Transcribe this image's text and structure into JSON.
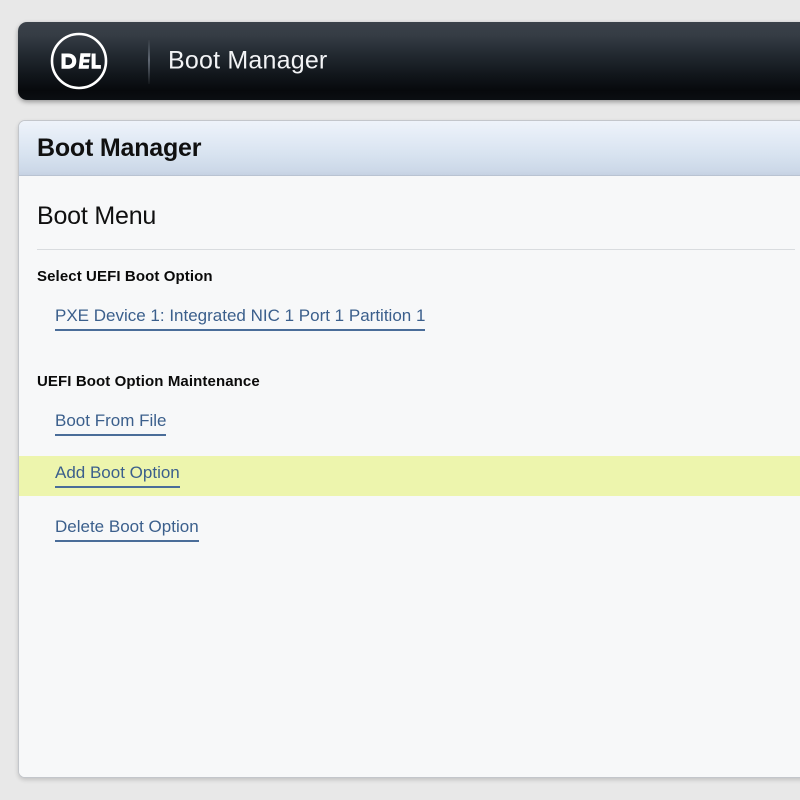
{
  "header": {
    "logo_alt": "Dell",
    "logo_text": "DELL",
    "title": "Boot Manager"
  },
  "panel": {
    "title": "Boot Manager",
    "section_title": "Boot Menu",
    "groups": [
      {
        "label": "Select UEFI Boot Option",
        "items": [
          {
            "label": "PXE Device 1: Integrated NIC 1 Port 1 Partition 1",
            "highlighted": false
          }
        ]
      },
      {
        "label": "UEFI Boot Option Maintenance",
        "items": [
          {
            "label": "Boot From File",
            "highlighted": false
          },
          {
            "label": "Add Boot Option",
            "highlighted": true
          },
          {
            "label": "Delete Boot Option",
            "highlighted": false
          }
        ]
      }
    ]
  },
  "colors": {
    "link": "#3b5f8c",
    "highlight": "#edf5ad",
    "header_dark": "#11161b",
    "titlebar_blue": "#d8e3f0",
    "panel_bg": "#f7f8f9",
    "page_bg": "#e8e8e8"
  }
}
